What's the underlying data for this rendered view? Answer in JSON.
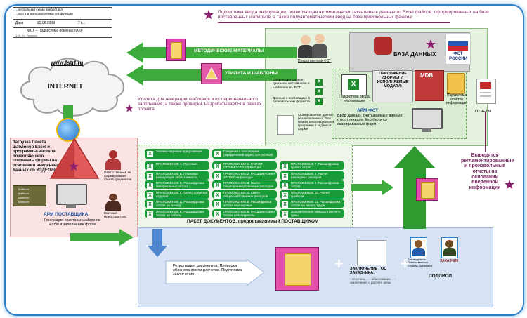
{
  "header_box": {
    "line1": "…онтрольная схема предоставл",
    "line2": "…ности и материалоемкостей функции",
    "date_label": "Дата",
    "date_value": "25.06.2009",
    "code": "Ут…",
    "subtitle": "ФСТ – Подсистема обмена (2009)",
    "version": "1.01 Уч. Техника"
  },
  "top_note": "Подсистема ввода информации, позволяющая автоматически захватывать данные из Excel файлов, оформированных на базе поставленных шаблонов, а также полуавтоматический ввод на базе произвольных файлов",
  "internet": {
    "url": "www.fstrf.ru",
    "label": "INTERNET"
  },
  "arrows": {
    "methods": "МЕТОДИЧЕСКИЕ МАТЕРИАЛЫ",
    "utility": "УТИЛИТА И ШАБЛОНЫ"
  },
  "utility_note": "Утилита для генерации шаблонов и их первоначального заполнения, а также проверки. Разрабатывается в рамках проекта",
  "fst_side": {
    "representatives": "Представители ФСТ",
    "database": "БАЗА ДАННЫХ",
    "logo": "ФСТ РОССИИ",
    "app_modules": "ПРИЛОЖЕНИЕ (ФОРМЫ И ИСПОЛНЯЕМЫЕ МОДУЛИ)",
    "mdb": "MDB",
    "input_sub": "Подсистема ввода информации",
    "report_sub": "Подсистема отчетов информации",
    "reports": "ОТЧЕТЫ",
    "arm_title": "АРМ ФСТ",
    "arm_desc": "Ввод Данных, считываемые данные с поступивших Excel или со сканированных форм",
    "left_list": [
      "Сопроводительные данные и поставщике в шаблонах из ФСТ",
      "Данные о поставщике в произвольном формате",
      "Сканированные данные, реализованные в Flexi Reader или специальной программе в заданной форме"
    ]
  },
  "reports_note": "Выводятся регламентированные и произвольные отчеты на основании введенной информации",
  "supplier": {
    "load_text": "Загрузка Пакета шаблонов Excel и программы-мастера, позволяющего создавать формы на основании введенных данных об ИЗДЕЛИИ",
    "responsible": "Ответственный за формирование пакета документов",
    "military": "Военный Представитель",
    "arm_title": "АРМ ПОСТАВЩИКА",
    "arm_desc": "Генерация пакета из шаблонов Excel и заполнение форм",
    "files": [
      "Шаблон",
      "Шаблон",
      "Шаблон",
      "Шаблон"
    ]
  },
  "package": {
    "title": "ПАКЕТ ДОКУМЕНТОВ, предоставляемый ПОСТАВЩИКОМ",
    "header_left": "Технико-Научные предложения",
    "header_right": "Сведения о поставщике (юридический адрес, контактный)",
    "col1": [
      "ПРИЛОЖЕНИЕ А. Протокол",
      "ПРИЛОЖЕНИЕ Б. Плановая калькуляция себестоимости",
      "ПРИЛОЖЕНИЕ В. Расшифровка материальных затрат",
      "ПРИЛОЖЕНИЕ Г. Расчет покупных изделий",
      "ПРИЛОЖЕНИЕ Д. Расшифровка затрат на оплату",
      "ПРИЛОЖЕНИЕ Е. Расшифровка затрат на работы"
    ],
    "col2": [
      "ПРИЛОЖЕНИЕ 1. РАСЧЕТ СТОИМОСТИ ЕДИНИЦЫ ИЗДЕЛИЯ",
      "ПРИЛОЖЕНИЕ 2. РАСШИФРОВКА ЗАТРАТ на расходы",
      "ПРИЛОЖЕНИЕ 3. Смета общепроизводственных расходов",
      "ПРИЛОЖЕНИЕ 4. Смета общехозяйственных расходов",
      "ПРИЛОЖЕНИЕ 5. Расшифровка затрат на покупные",
      "ПРИЛОЖЕНИЕ 6. РАСШИФРОВКА затрат на материалы"
    ],
    "col3": [
      "ПРИЛОЖЕНИЕ 7. Расшифровка прочих затрат",
      "ПРИЛОЖЕНИЕ 8. Расчет накладных расходов",
      "ПРИЛОЖЕНИЕ 9. Расшифровка затрат",
      "ПРИЛОЖЕНИЕ 10. Расчет прибыли",
      "ПРИЛОЖЕНИЕ 11. Расшифровка затрат на оплату труда",
      "Пояснительная записка к расчету цены"
    ]
  },
  "customer": {
    "check_text": "Регистрация документов. Проверка обоснованности расчетов. Подготовка заключения",
    "conclusion": "ЗАКЛЮЧЕНИЕ ГОС ЗАКАЗЧИКА:",
    "conclusion_items": "- перечень… - обоснование… - заключение о расчете цены",
    "signatures": "ПОДПИСИ",
    "head": "Руководитель Ответственного Службы Заказчика",
    "customer_role": "ЗАКАЗЧИК"
  },
  "colors": {
    "green_arrow": "#3cab3c",
    "blue_zone": "#d7e3f5",
    "red_zone": "#fbe3e3",
    "green_zone": "#e6f3e0",
    "note_purple": "#7a2660",
    "star": "#8c1f6e"
  }
}
